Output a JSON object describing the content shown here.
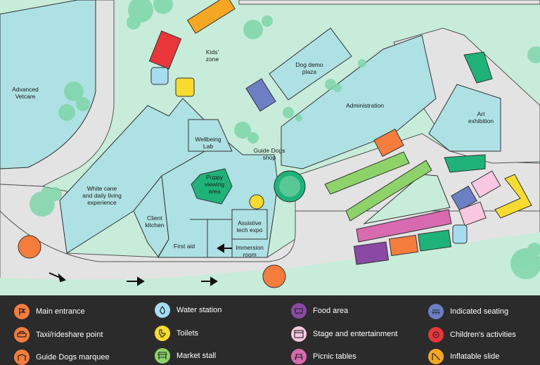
{
  "map": {
    "labels": {
      "advanced_vetcare": [
        "Advanced",
        "Vetcare"
      ],
      "kids_zone": [
        "Kids'",
        "zone"
      ],
      "dog_demo_plaza": [
        "Dog demo",
        "plaza"
      ],
      "administration": "Administration",
      "art_exhibition": [
        "Art",
        "exhibition"
      ],
      "wellbeing_lab": [
        "Wellbeing",
        "Lab"
      ],
      "guide_dogs_shop": [
        "Guide Dogs",
        "shop"
      ],
      "puppy_viewing_area": [
        "Puppy",
        "viewing",
        "area"
      ],
      "white_cane": [
        "White cane",
        "and daily living",
        "experience"
      ],
      "client_kitchen": [
        "Client",
        "kitchen"
      ],
      "assistive_tech_expo": [
        "Assistive",
        "tech expo"
      ],
      "first_aid": "First aid",
      "immersion_room": [
        "Immersion",
        "room"
      ]
    },
    "colors": {
      "grass": "#c7ecd9",
      "building": "#aee1e3",
      "road": "#e3e3e3",
      "tree": "#7fd6aa",
      "orange": "#f47c3c",
      "yellow": "#f7dc2f",
      "blue": "#a5dcef",
      "green": "#8ed36a",
      "purple": "#8a4aa3",
      "pink": "#d86ab0",
      "lightpink": "#f7c8df",
      "red": "#e8363a",
      "navy": "#6d7fc4",
      "teal": "#1fb37a"
    }
  },
  "legend": {
    "items": [
      {
        "id": "main-entrance",
        "label": "Main entrance",
        "color": "#f47c3c",
        "icon": "flag-icon"
      },
      {
        "id": "taxi",
        "label": "Taxi/rideshare point",
        "color": "#f47c3c",
        "icon": "car-icon"
      },
      {
        "id": "marquee",
        "label": "Guide Dogs marquee",
        "color": "#f47c3c",
        "icon": "tent-icon"
      },
      {
        "id": "water",
        "label": "Water station",
        "color": "#a5dcef",
        "icon": "water-drop-icon"
      },
      {
        "id": "toilets",
        "label": "Toilets",
        "color": "#f7dc2f",
        "icon": "toilet-icon"
      },
      {
        "id": "market",
        "label": "Market stall",
        "color": "#8ed36a",
        "icon": "market-stall-icon"
      },
      {
        "id": "food",
        "label": "Food area",
        "color": "#8a4aa3",
        "icon": "food-cart-icon"
      },
      {
        "id": "stage",
        "label": "Stage and entertainment",
        "color": "#f7c8df",
        "icon": "stage-icon"
      },
      {
        "id": "picnic",
        "label": "Picnic tables",
        "color": "#d86ab0",
        "icon": "picnic-table-icon"
      },
      {
        "id": "seating",
        "label": "Indicated seating",
        "color": "#6d7fc4",
        "icon": "seating-icon"
      },
      {
        "id": "children",
        "label": "Children's activities",
        "color": "#e8363a",
        "icon": "children-activities-icon"
      },
      {
        "id": "slide",
        "label": "Inflatable slide",
        "color": "#f5a623",
        "icon": "slide-icon"
      }
    ]
  }
}
